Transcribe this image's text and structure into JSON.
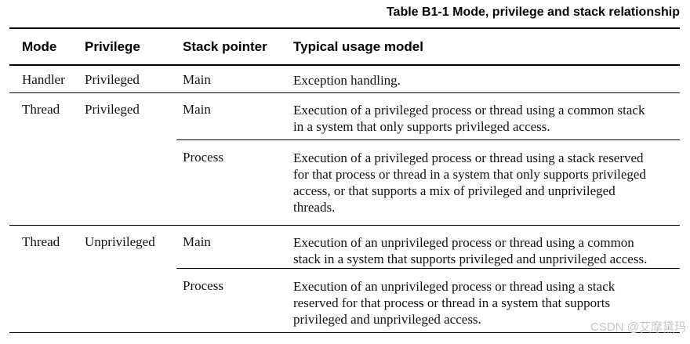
{
  "title": "Table B1-1 Mode, privilege and stack relationship",
  "table": {
    "headers": [
      "Mode",
      "Privilege",
      "Stack pointer",
      "Typical usage model"
    ],
    "groups": [
      {
        "mode": "Handler",
        "privilege": "Privileged",
        "subrows": [
          {
            "stack_pointer": "Main",
            "usage": "Exception handling."
          }
        ]
      },
      {
        "mode": "Thread",
        "privilege": "Privileged",
        "subrows": [
          {
            "stack_pointer": "Main",
            "usage": "Execution of a privileged process or thread using a common stack\nin a system that only supports privileged access."
          },
          {
            "stack_pointer": "Process",
            "usage": "Execution of a privileged process or thread using a stack reserved\nfor that process or thread in a system that only supports privileged\naccess, or that supports a mix of privileged and unprivileged\nthreads."
          }
        ]
      },
      {
        "mode": "Thread",
        "privilege": "Unprivileged",
        "subrows": [
          {
            "stack_pointer": "Main",
            "usage": "Execution of an unprivileged process or thread using a common\nstack in a system that supports privileged and unprivileged access."
          },
          {
            "stack_pointer": "Process",
            "usage": "Execution of an unprivileged process or thread using a stack\nreserved for that process or thread in a system that supports\nprivileged and unprivileged access."
          }
        ]
      }
    ]
  },
  "watermark": "CSDN @艾摩黛玛"
}
